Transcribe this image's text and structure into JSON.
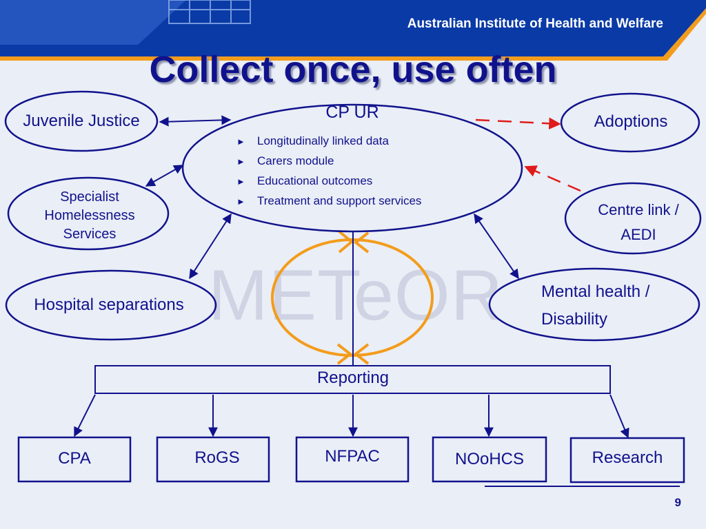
{
  "header": {
    "org_name": "Australian Institute of Health and Welfare",
    "title": "Collect once, use often"
  },
  "watermark": "METeOR",
  "hub": {
    "title": "CP UR",
    "items": [
      "Longitudinally linked data",
      "Carers module",
      "Educational outcomes",
      "Treatment and support services"
    ]
  },
  "left_nodes": [
    {
      "label": "Juvenile Justice"
    },
    {
      "label_lines": [
        "Specialist",
        "Homelessness",
        "Services"
      ]
    },
    {
      "label": "Hospital separations"
    }
  ],
  "right_nodes": [
    {
      "label": "Adoptions"
    },
    {
      "label_lines": [
        "Centre link /",
        "AEDI"
      ]
    },
    {
      "label_lines": [
        "Mental health /",
        "Disability"
      ]
    }
  ],
  "reporting": {
    "label": "Reporting",
    "outputs": [
      "CPA",
      "RoGS",
      "NFPAC",
      "NOoHCS",
      "Research"
    ]
  },
  "page_number": "9",
  "colors": {
    "background": "#eaeef6",
    "primary": "#10128c",
    "banner": "#0a3aa6",
    "accent_orange": "#f39c1c",
    "dashed_red": "#e01b1b",
    "watermark": "#cfd3e3"
  }
}
